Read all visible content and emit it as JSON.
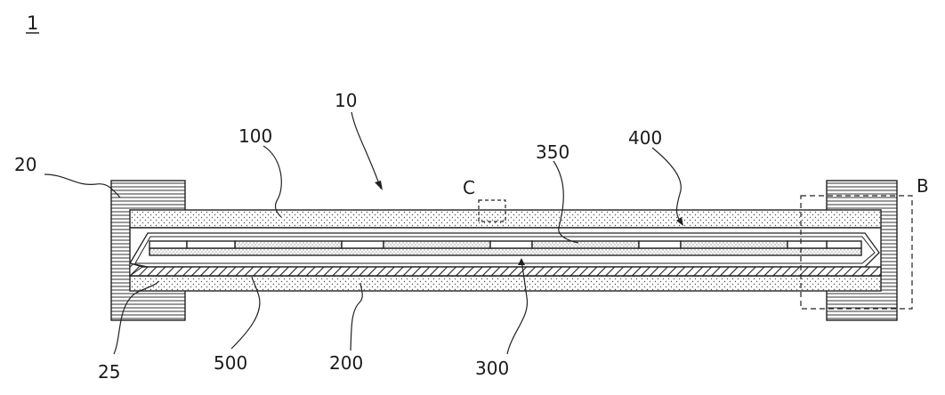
{
  "figure": {
    "number": "1"
  },
  "labels": {
    "assembly": "10",
    "clip": "20",
    "clip_inner": "25",
    "upper_substrate": "100",
    "lower_substrate": "200",
    "heater_layer": "300",
    "electrode": "350",
    "outer_frame": "400",
    "adhesive": "500",
    "detail_b": "B",
    "detail_c": "C"
  },
  "colors": {
    "line": "#222222",
    "background": "#ffffff"
  }
}
